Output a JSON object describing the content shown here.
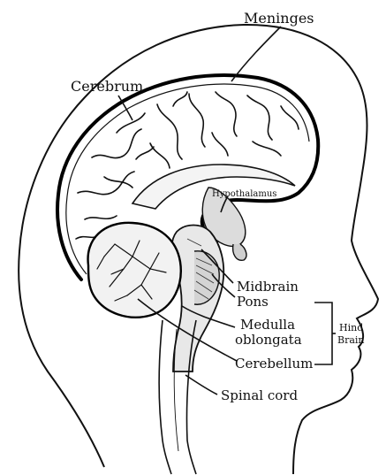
{
  "labels": {
    "meninges": "Meninges",
    "cerebrum": "Cerebrum",
    "hypothalamus": "Hypothalamus",
    "midbrain": "Midbrain",
    "pons": "Pons",
    "medulla_line1": "Medulla",
    "medulla_line2": "oblongata",
    "hind_brain_line1": "Hind",
    "hind_brain_line2": "Brain",
    "cerebellum": "Cerebellum",
    "spinal_cord": "Spinal cord"
  }
}
